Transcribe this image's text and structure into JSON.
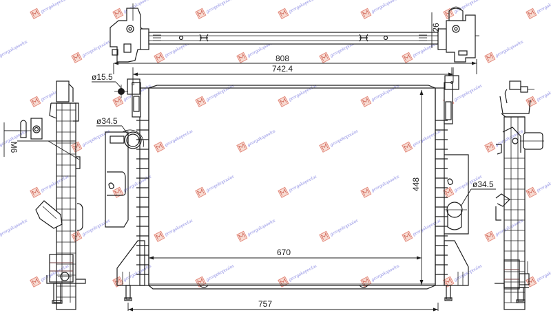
{
  "drawing": {
    "subject": "Radiator technical drawing",
    "views": [
      "top-view",
      "front-view",
      "left-side-view",
      "right-side-view"
    ]
  },
  "dimensions": {
    "overall_width": "808",
    "core_width_upper": "742.4",
    "core_width_lower": "670",
    "bracket_span": "757",
    "height": "448",
    "top_depth": "26",
    "inlet_diameter": "ø34.5",
    "outlet_diameter": "ø34.5",
    "vent_diameter": "ø15.5",
    "thread": "M6"
  },
  "watermark": {
    "text": "georgakopoulos",
    "logo_color": "#e07a6a",
    "text_color": "#7f7fe0"
  },
  "colors": {
    "line": "#1c1c1c",
    "background": "#ffffff"
  }
}
